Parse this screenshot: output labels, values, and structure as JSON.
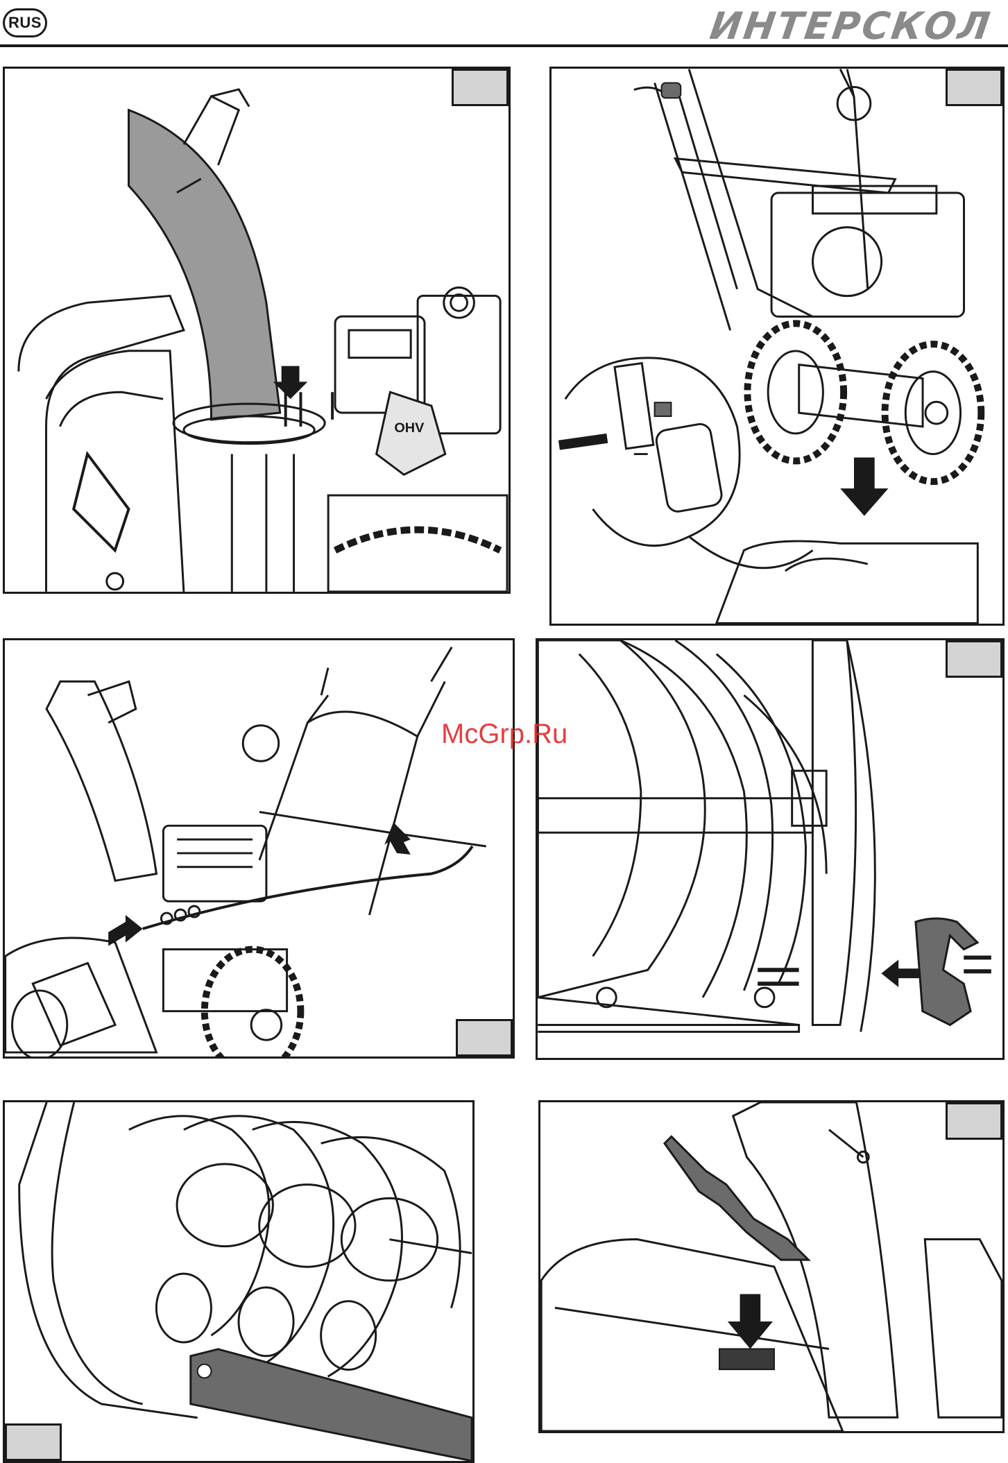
{
  "header": {
    "language_badge": "RUS",
    "brand_logo": "ИНТЕРСКОЛ"
  },
  "watermark": "McGrp.Ru",
  "panels": [
    {
      "id": "panel-1",
      "label_text": "OHV",
      "icons": [
        "down-arrow-icon",
        "bolt-icon"
      ]
    },
    {
      "id": "panel-2",
      "icons": [
        "rotate-arrow-icon",
        "down-arrow-icon",
        "bolt-icon",
        "nut-icon"
      ]
    },
    {
      "id": "panel-3",
      "icons": [
        "right-arrow-icon",
        "up-right-arrow-icon"
      ]
    },
    {
      "id": "panel-4",
      "icons": [
        "left-arrow-icon",
        "shear-bolt-icon"
      ]
    },
    {
      "id": "panel-5",
      "icons": [
        "scraper-bar-icon"
      ]
    },
    {
      "id": "panel-6",
      "icons": [
        "down-arrow-icon",
        "chute-tool-icon"
      ]
    }
  ],
  "colors": {
    "line": "#1a1a1a",
    "fill_dark": "#6b6b6b",
    "fill_mid": "#9a9a9a",
    "step_box": "#d4d4d4",
    "brand": "#8a8a8a",
    "watermark": "#e12b2b"
  }
}
